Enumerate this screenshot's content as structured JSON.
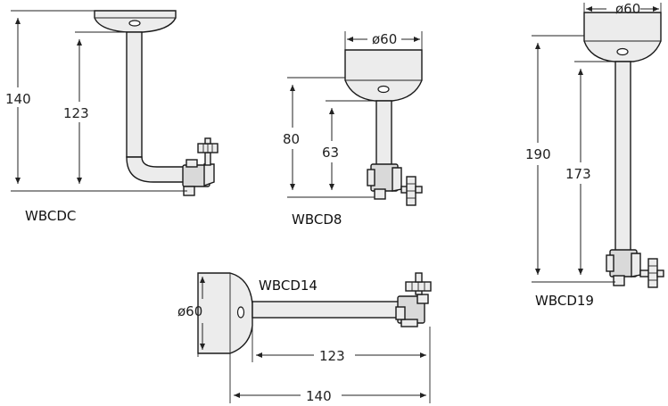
{
  "drawings": [
    {
      "id": "wbcdc",
      "model": "WBCDC",
      "dims": {
        "height_total": "140",
        "height_arm": "123"
      }
    },
    {
      "id": "wbcd8",
      "model": "WBCD8",
      "dims": {
        "diameter": "ø60",
        "height_total": "80",
        "height_arm": "63"
      }
    },
    {
      "id": "wbcd19",
      "model": "WBCD19",
      "dims": {
        "diameter": "ø60",
        "height_total": "190",
        "height_arm": "173"
      }
    },
    {
      "id": "wbcd14",
      "model": "WBCD14",
      "dims": {
        "diameter": "ø60",
        "length_arm": "123",
        "length_total": "140"
      }
    }
  ]
}
